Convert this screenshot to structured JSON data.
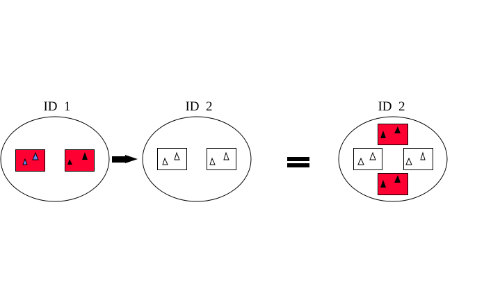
{
  "labels": {
    "left": "ID  1",
    "middle": "ID  2",
    "right": "ID  2"
  },
  "colors": {
    "red": "#ff0033",
    "blue": "#6688ee",
    "black": "#000000",
    "white": "#ffffff"
  }
}
